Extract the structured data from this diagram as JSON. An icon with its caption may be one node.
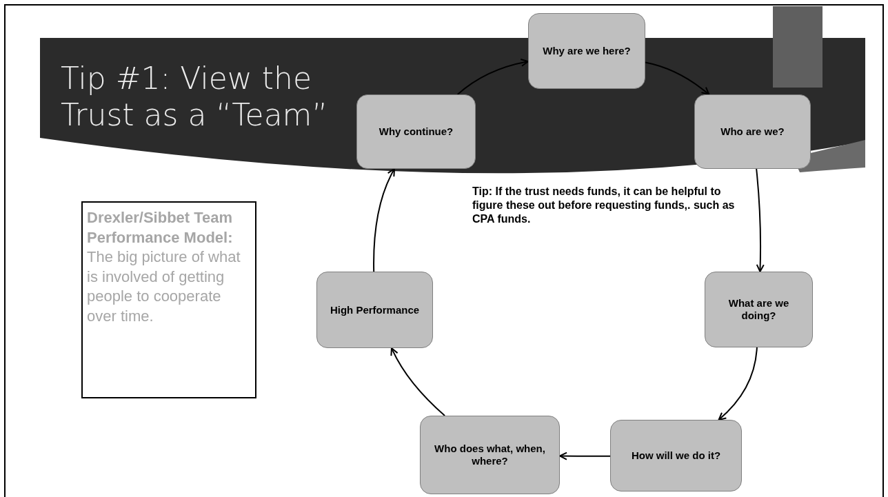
{
  "diagram": {
    "title": "Tip #1: View the Trust as a “Team”",
    "nodes": [
      {
        "text": [
          "Why are we here?"
        ]
      },
      {
        "text": [
          "Why continue?"
        ]
      },
      {
        "text": [
          "Who are we?"
        ]
      },
      {
        "text": [
          "Drexler/Sibbet Team Performance Model:",
          "The big picture of what is involved of getting people to cooperate over time."
        ]
      },
      {
        "text": [
          "What are we doing?"
        ]
      },
      {
        "text": [
          "High Performance"
        ]
      },
      {
        "text": [
          "Who does what, when, where?"
        ]
      },
      {
        "text": [
          "How will we do it?"
        ]
      }
    ],
    "edges": [
      {
        "from": 0,
        "to": 2,
        "arrow": "to"
      },
      {
        "from": 2,
        "to": 4,
        "arrow": "to"
      },
      {
        "from": 4,
        "to": 7,
        "arrow": "to"
      },
      {
        "from": 7,
        "to": 6,
        "arrow": "to"
      },
      {
        "from": 6,
        "to": 5,
        "arrow": "to"
      },
      {
        "from": 5,
        "to": 1,
        "arrow": "to"
      },
      {
        "from": 1,
        "to": 0,
        "arrow": "to"
      }
    ],
    "labels": [
      "Tip: If the trust needs funds, it can be helpful to figure these out before requesting funds,. such as CPA funds."
    ]
  }
}
